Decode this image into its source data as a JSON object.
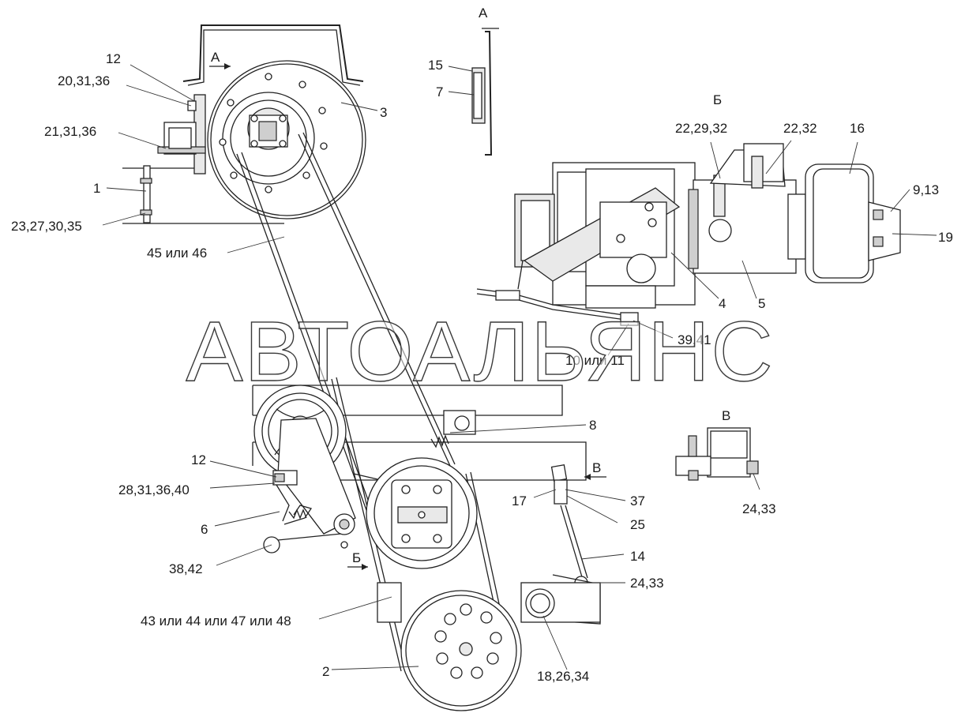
{
  "watermark": "АВТОАЛЬЯНС",
  "views": {
    "a": "А",
    "b": "Б",
    "v": "В"
  },
  "labels": {
    "l12_top": "12",
    "l20_31_36": "20,31,36",
    "l21_31_36": "21,31,36",
    "l1": "1",
    "l23_27_30_35": "23,27,30,35",
    "l45_46": "45 или 46",
    "l3": "3",
    "l15": "15",
    "l7": "7",
    "l22_29_32": "22,29,32",
    "l22_32": "22,32",
    "l16": "16",
    "l9_13": "9,13",
    "l19": "19",
    "l4": "4",
    "l5": "5",
    "l39_41": "39,41",
    "l10_11": "10 или 11",
    "l8": "8",
    "l12_mid": "12",
    "l28_31_36_40": "28,31,36,40",
    "l6": "6",
    "l38_42": "38,42",
    "l17": "17",
    "l37": "37",
    "l25": "25",
    "l14": "14",
    "l24_33_low": "24,33",
    "l24_33_v": "24,33",
    "l43_44_47_48": "43 или 44 или 47 или 48",
    "l2": "2",
    "l18_26_34": "18,26,34"
  }
}
